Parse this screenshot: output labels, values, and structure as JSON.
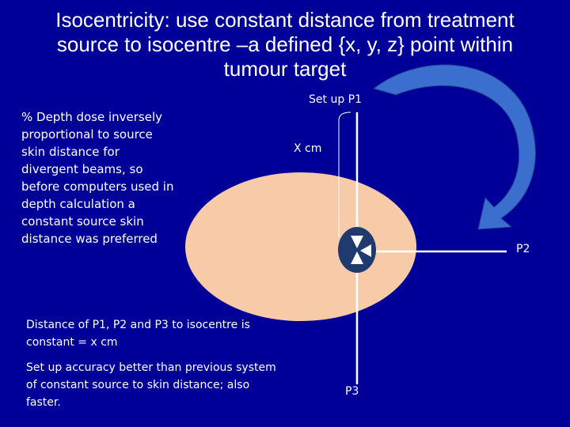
{
  "slide": {
    "title_lines": [
      "Isocentricity: use constant distance from treatment",
      "source to isocentre –a defined {x, y, z} point within",
      "tumour target"
    ],
    "left_paragraph": "% Depth dose inversely proportional to source skin distance for divergent beams, so before computers used in depth calculation a constant source skin distance was preferred",
    "note_distance": "Distance of P1, P2 and P3 to isocentre is constant = x cm",
    "note_accuracy": "Set up accuracy better than previous system of constant source to skin distance; also faster."
  },
  "diagram": {
    "label_p1": "Set up P1",
    "label_xcm": "X cm",
    "label_p2": "P2",
    "label_p3": "P3"
  },
  "colors": {
    "background": "#000099",
    "ellipse": "#f8cba8",
    "isocentre": "#1f3a6e",
    "arrow": "#3a6fd0",
    "lines": "#ffffff"
  }
}
